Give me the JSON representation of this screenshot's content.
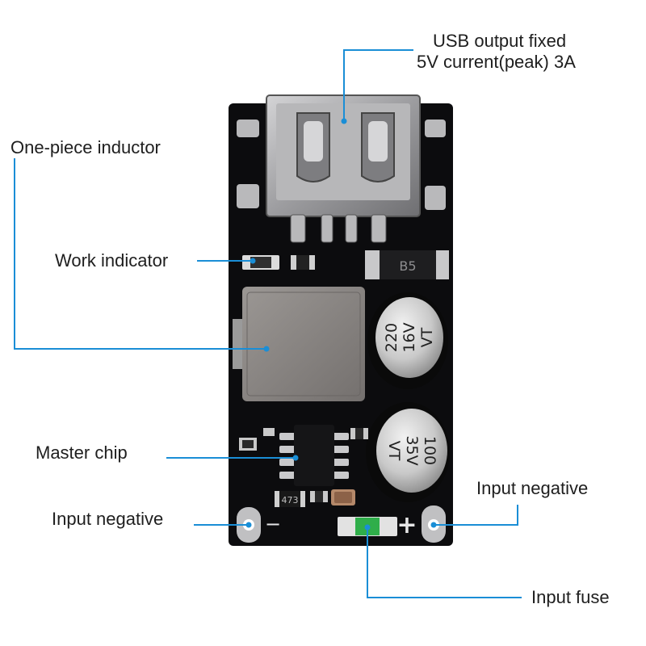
{
  "callouts": {
    "usb_output": {
      "line1": "USB output fixed",
      "line2": "5V current(peak) 3A"
    },
    "inductor": "One-piece inductor",
    "work_indicator": "Work indicator",
    "master_chip": "Master chip",
    "input_negative_left": "Input negative",
    "input_negative_right": "Input negative",
    "input_fuse": "Input fuse"
  },
  "board_markings": {
    "cap_top": {
      "line1": "220",
      "line2": "16V",
      "line3": "VT"
    },
    "cap_bottom": {
      "line1": "100",
      "line2": "35V",
      "line3": "VT"
    },
    "diode": "B5",
    "resistor": "473",
    "minus": "−",
    "plus": "+"
  },
  "colors": {
    "leader_line": "#1a8ed6",
    "pcb": "#0c0c0e",
    "silver": "#a8a8aa",
    "inductor": "#8a8684",
    "fuse": "#2fae4a",
    "text": "#1e1e1e"
  }
}
